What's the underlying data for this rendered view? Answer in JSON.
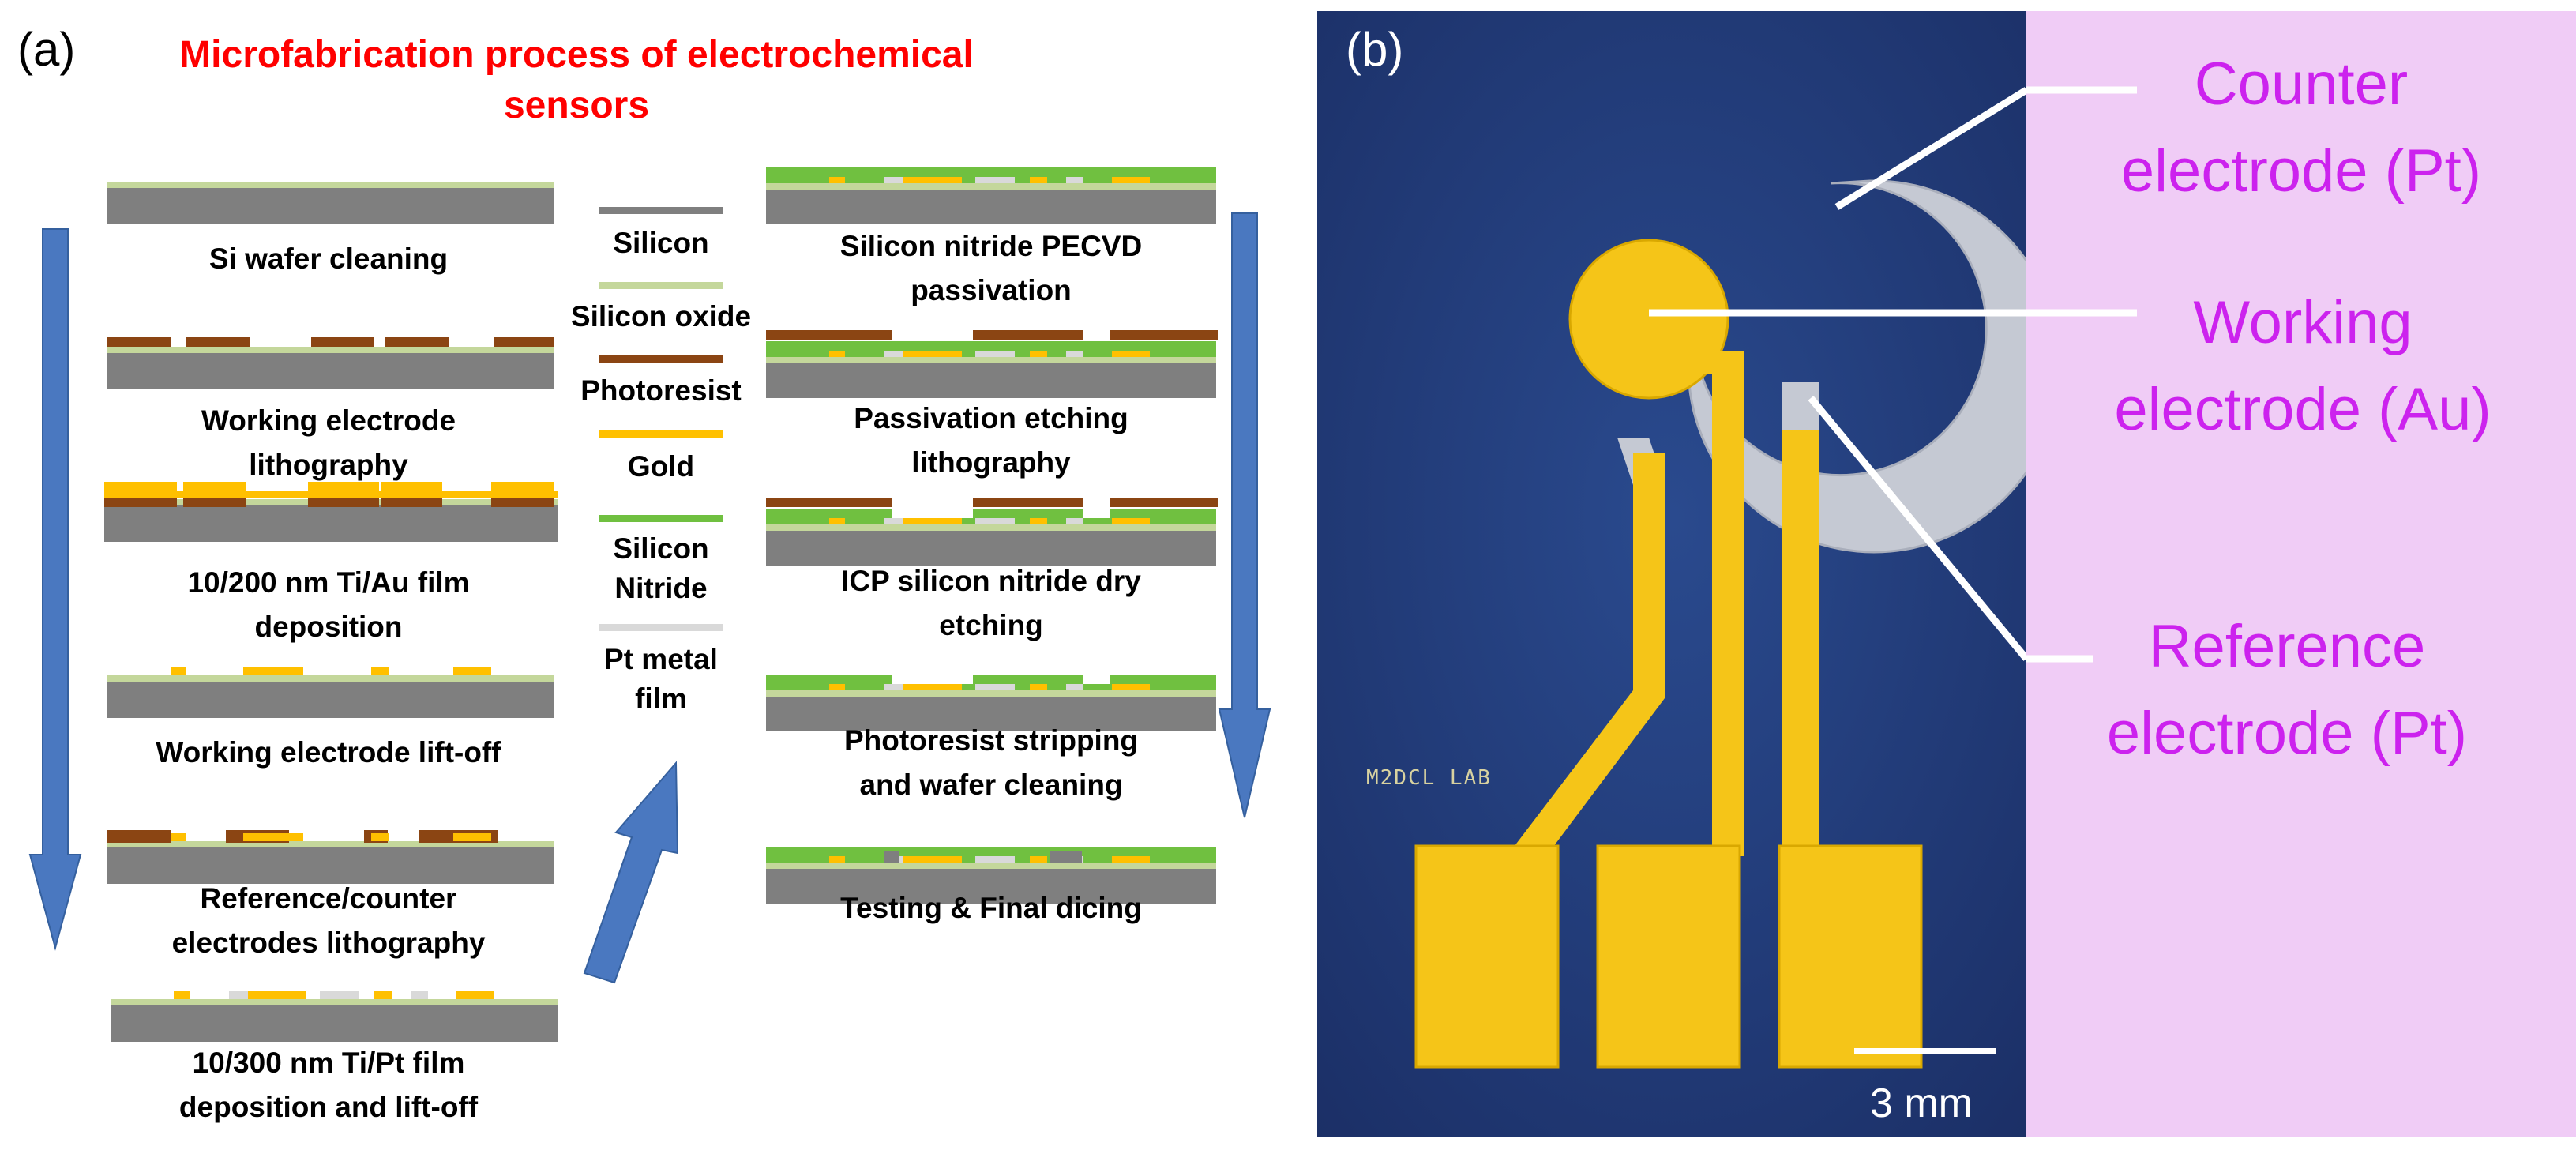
{
  "panels": {
    "a": "(a)",
    "b": "(b)"
  },
  "title": [
    "Microfabrication process of electrochemical",
    "sensors"
  ],
  "steps_left": [
    [
      "Si wafer cleaning"
    ],
    [
      "Working electrode",
      "lithography"
    ],
    [
      "10/200 nm Ti/Au film",
      "deposition"
    ],
    [
      "Working electrode lift-off"
    ],
    [
      "Reference/counter",
      "electrodes lithography"
    ],
    [
      "10/300 nm Ti/Pt film",
      "deposition and lift-off"
    ]
  ],
  "steps_right": [
    [
      "Silicon nitride PECVD",
      "passivation"
    ],
    [
      "Passivation etching",
      "lithography"
    ],
    [
      "ICP silicon nitride dry",
      "etching"
    ],
    [
      "Photoresist stripping",
      "and wafer cleaning"
    ],
    [
      "Testing & Final dicing"
    ]
  ],
  "legend": [
    {
      "label": [
        "Silicon"
      ],
      "color": "#7f7f7f"
    },
    {
      "label": [
        "Silicon oxide"
      ],
      "color": "#c4d79b"
    },
    {
      "label": [
        "Photoresist"
      ],
      "color": "#8b4513"
    },
    {
      "label": [
        "Gold"
      ],
      "color": "#ffc000"
    },
    {
      "label": [
        "Silicon",
        "Nitride"
      ],
      "color": "#70c040"
    },
    {
      "label": [
        "Pt metal",
        "film"
      ],
      "color": "#d9d9d9"
    }
  ],
  "photo": {
    "lab_text": "M2DCL LAB",
    "scale_bar": "3 mm"
  },
  "electrode_labels": [
    [
      "Counter",
      "electrode (Pt)"
    ],
    [
      "Working",
      "electrode (Au)"
    ],
    [
      "Reference",
      "electrode (Pt)"
    ]
  ],
  "colors": {
    "arrow": "#4a78c0",
    "photo_bg": "#223a78",
    "right_bg": "#f0ccf6",
    "gold": "#f5c518",
    "platinum": "#c8ccd4",
    "title": "#ff0000",
    "label": "#cc22ee"
  }
}
